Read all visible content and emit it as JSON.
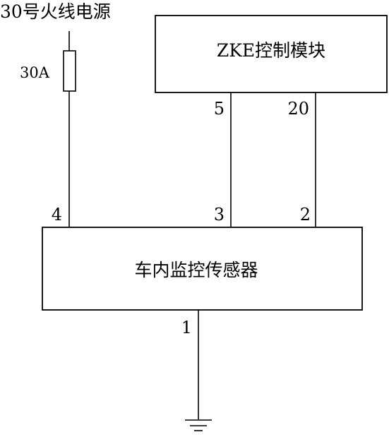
{
  "power_source": {
    "label": "30号火线电源"
  },
  "fuse": {
    "label": "30A"
  },
  "zke_module": {
    "label": "ZKE控制模块",
    "pins": {
      "left": "5",
      "right": "20"
    }
  },
  "sensor": {
    "label": "车内监控传感器",
    "pins": {
      "power": "4",
      "left_signal": "3",
      "right_signal": "2",
      "ground": "1"
    }
  },
  "colors": {
    "line": "#000000",
    "background": "#ffffff"
  }
}
